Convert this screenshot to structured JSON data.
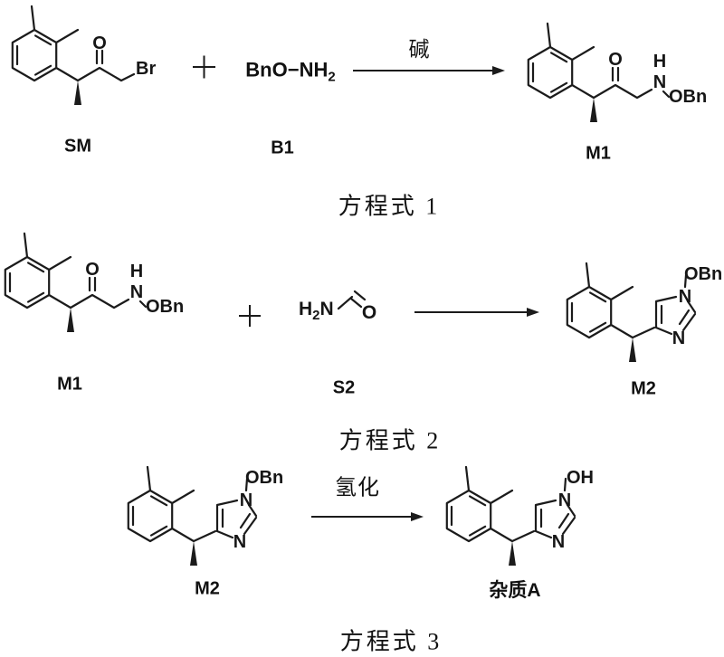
{
  "colors": {
    "background": "#ffffff",
    "ink": "#1b1b1b"
  },
  "scheme": {
    "equation1": {
      "title": "方程式 1",
      "reactant_label": "SM",
      "plus": "+",
      "reagent_formula_main": "BnO−NH",
      "reagent_formula_sub": "2",
      "reagent_label": "B1",
      "condition": "碱",
      "product_label": "M1"
    },
    "equation2": {
      "title": "方程式 2",
      "reactant_label": "M1",
      "plus": "+",
      "reagent_label": "S2",
      "product_label": "M2"
    },
    "equation3": {
      "title": "方程式 3",
      "reactant_label": "M2",
      "condition": "氢化",
      "product_label": "杂质A"
    }
  },
  "atoms": {
    "o": "O",
    "br": "Br",
    "n": "N",
    "h": "H",
    "obn": "OBn",
    "oh": "OH",
    "h2n_h": "H",
    "h2n_sub": "2",
    "h2n_n": "N"
  }
}
